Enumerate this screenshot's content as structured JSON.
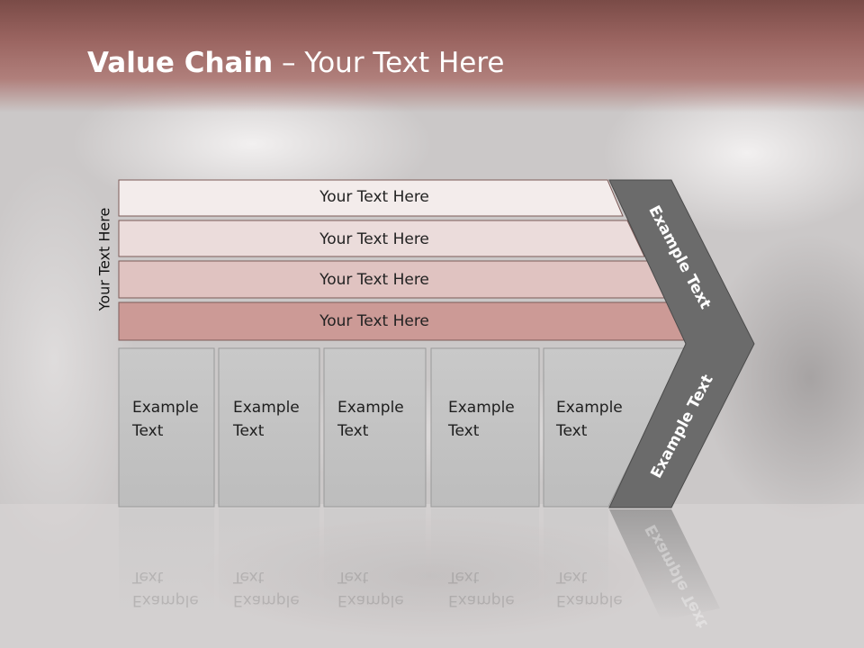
{
  "slide": {
    "title_bold": "Value Chain",
    "title_rest": " – Your Text Here",
    "side_label": "Your Text Here"
  },
  "bars": [
    {
      "label": "Your Text Here",
      "fill": "#f3eceb"
    },
    {
      "label": "Your Text Here",
      "fill": "#ebdcdb"
    },
    {
      "label": "Your Text Here",
      "fill": "#e0c3c1"
    },
    {
      "label": "Your Text Here",
      "fill": "#cc9a96"
    }
  ],
  "boxes": [
    {
      "line1": "Example",
      "line2": "Text"
    },
    {
      "line1": "Example",
      "line2": "Text"
    },
    {
      "line1": "Example",
      "line2": "Text"
    },
    {
      "line1": "Example",
      "line2": "Text"
    },
    {
      "line1": "Example",
      "line2": "Text"
    }
  ],
  "arrow": {
    "upper_label": "Example Text",
    "lower_label": "Example Text",
    "fill": "#6b6b6b"
  },
  "colors": {
    "header": "#9a6460",
    "box_fill": "#c4c4c4",
    "title_text": "#ffffff"
  }
}
